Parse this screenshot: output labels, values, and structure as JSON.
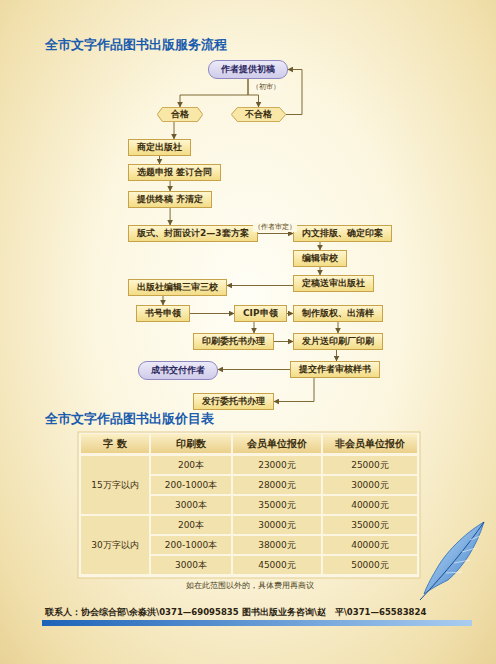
{
  "diagram": {
    "title": "全市文字作品图书出版服务流程",
    "nodes": [
      {
        "text": [
          "作者提供初稿"
        ]
      },
      {
        "text": [
          "合格"
        ]
      },
      {
        "text": [
          "不合格"
        ]
      },
      {
        "text": [
          "商定出版社"
        ]
      },
      {
        "text": [
          "选题申报  签订合同"
        ]
      },
      {
        "text": [
          "提供终稿  齐清定"
        ]
      },
      {
        "text": [
          "版式、封面设计2—3套方案"
        ]
      },
      {
        "text": [
          "内文排版、确定印案"
        ]
      },
      {
        "text": [
          "编辑审校"
        ]
      },
      {
        "text": [
          "定稿送审出版社"
        ]
      },
      {
        "text": [
          "出版社编辑三审三校"
        ]
      },
      {
        "text": [
          "书号申领"
        ]
      },
      {
        "text": [
          "CIP申领"
        ]
      },
      {
        "text": [
          "制作版权、出清样"
        ]
      },
      {
        "text": [
          "印刷委托书办理"
        ]
      },
      {
        "text": [
          "发片送印刷厂印刷"
        ]
      },
      {
        "text": [
          "成书交付作者"
        ]
      },
      {
        "text": [
          "提交作者审核样书"
        ]
      },
      {
        "text": [
          "发行委托书办理"
        ]
      }
    ],
    "edges": [
      {
        "from": 0,
        "to": 1,
        "arrow": "to",
        "label": "（初审）"
      },
      {
        "from": 0,
        "to": 2,
        "arrow": "to"
      },
      {
        "from": 2,
        "to": 0,
        "arrow": "to"
      },
      {
        "from": 1,
        "to": 3,
        "arrow": "to"
      },
      {
        "from": 3,
        "to": 4,
        "arrow": "to"
      },
      {
        "from": 4,
        "to": 5,
        "arrow": "to"
      },
      {
        "from": 5,
        "to": 6,
        "arrow": "to"
      },
      {
        "from": 6,
        "to": 7,
        "arrow": "to",
        "label": "（作者审定）"
      },
      {
        "from": 7,
        "to": 8,
        "arrow": "to"
      },
      {
        "from": 8,
        "to": 9,
        "arrow": "to"
      },
      {
        "from": 9,
        "to": 10,
        "arrow": "to"
      },
      {
        "from": 10,
        "to": 11,
        "arrow": "to"
      },
      {
        "from": 11,
        "to": 12,
        "arrow": "to"
      },
      {
        "from": 12,
        "to": 13,
        "arrow": "to"
      },
      {
        "from": 13,
        "to": 15,
        "arrow": "to"
      },
      {
        "from": 12,
        "to": 14,
        "arrow": "to"
      },
      {
        "from": 14,
        "to": 15,
        "arrow": "to"
      },
      {
        "from": 15,
        "to": 17,
        "arrow": "to"
      },
      {
        "from": 17,
        "to": 16,
        "arrow": "to"
      },
      {
        "from": 17,
        "to": 18,
        "arrow": "to"
      }
    ],
    "labels": [
      "全市文字作品图书出版价目表",
      "字    数",
      "印刷数",
      "会员单位报价",
      "非会员单位报价",
      "15万字以内",
      "200本",
      "23000元",
      "25000元",
      "200-1000本",
      "28000元",
      "30000元",
      "3000本",
      "35000元",
      "40000元",
      "30万字以内",
      "200本",
      "30000元",
      "35000元",
      "200-1000本",
      "38000元",
      "40000元",
      "3000本",
      "45000元",
      "50000元",
      "如在此范围以外的，具体费用再商议",
      "联系人：协会综合部\\余淼洪\\0371—69095835 图书出版业务咨询\\赵　平\\0371—65583824"
    ]
  }
}
